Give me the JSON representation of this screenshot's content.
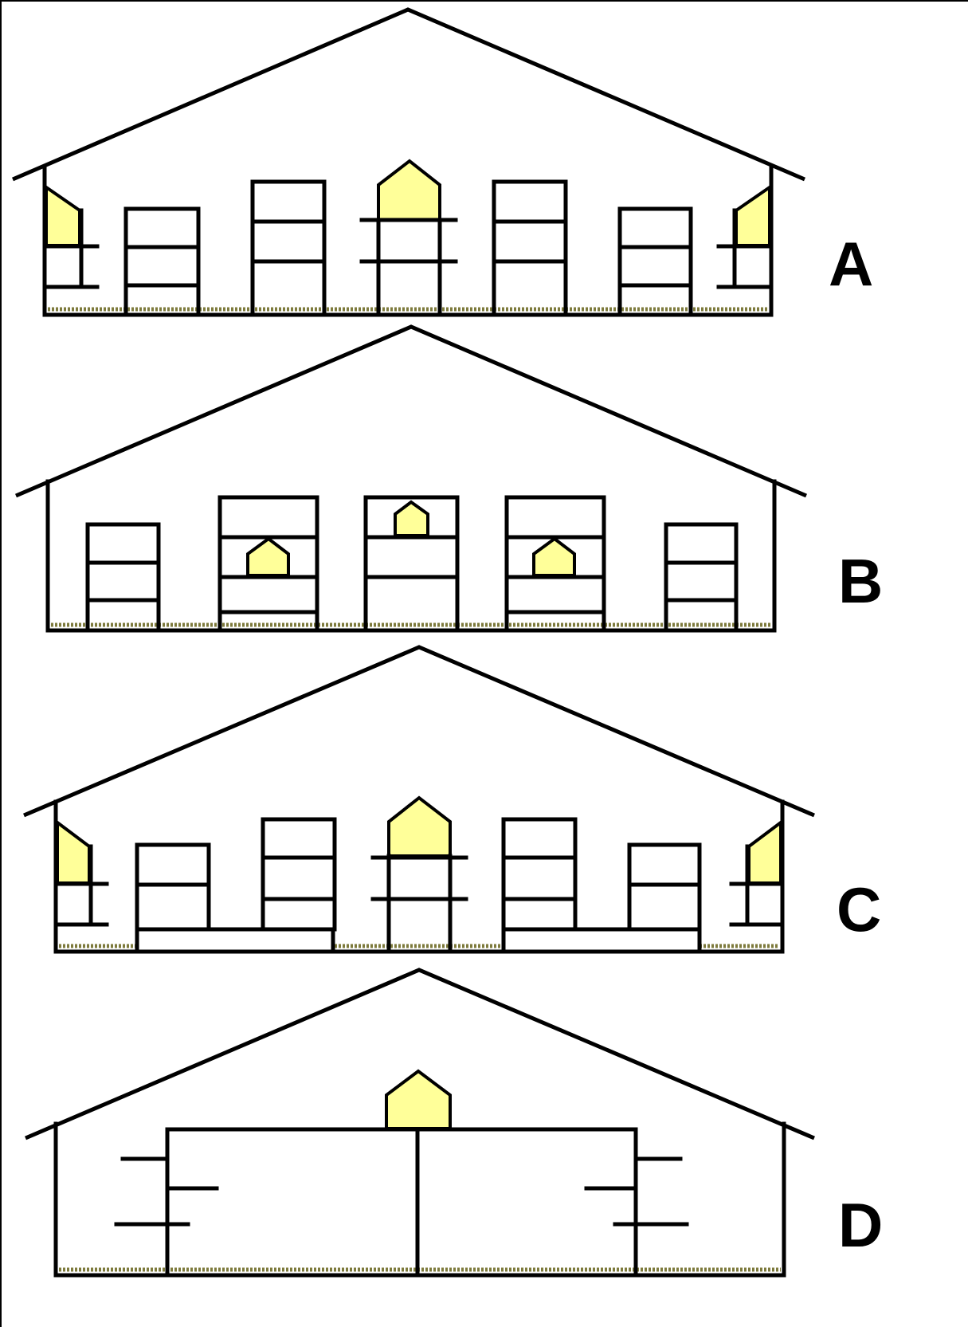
{
  "panels": [
    {
      "label": "A"
    },
    {
      "label": "B"
    },
    {
      "label": "C"
    },
    {
      "label": "D"
    }
  ],
  "colors": {
    "outline": "#000000",
    "nest_fill": "#ffff99",
    "litter": "#7d7a3c",
    "background": "#ffffff"
  }
}
